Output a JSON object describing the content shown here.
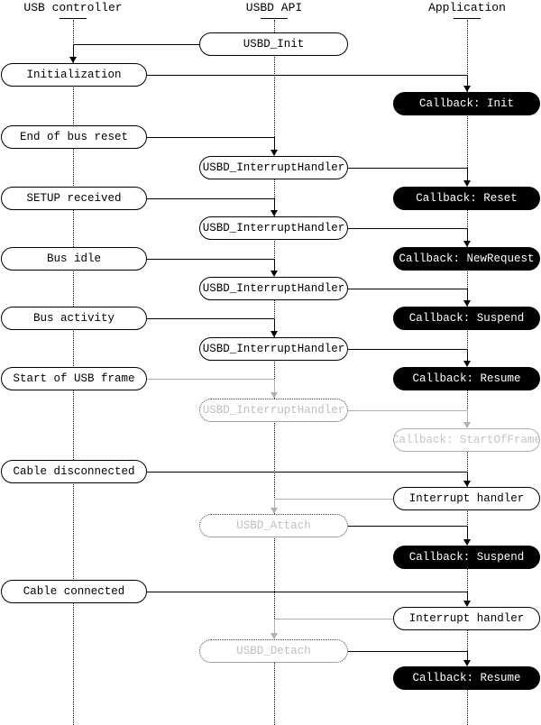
{
  "diagram": {
    "type": "sequence-diagram",
    "actors": [
      {
        "label": "USB controller"
      },
      {
        "label": "USBD API"
      },
      {
        "label": "Application"
      }
    ],
    "nodes": [
      {
        "label": "USBD_Init",
        "lane": "USBD API",
        "style": "outlined"
      },
      {
        "label": "Initialization",
        "lane": "USB controller",
        "style": "outlined"
      },
      {
        "label": "Callback: Init",
        "lane": "Application",
        "style": "filled"
      },
      {
        "label": "End of bus reset",
        "lane": "USB controller",
        "style": "outlined"
      },
      {
        "label": "USBD_InterruptHandler",
        "lane": "USBD API",
        "style": "outlined"
      },
      {
        "label": "SETUP received",
        "lane": "USB controller",
        "style": "outlined"
      },
      {
        "label": "Callback: Reset",
        "lane": "Application",
        "style": "filled"
      },
      {
        "label": "USBD_InterruptHandler",
        "lane": "USBD API",
        "style": "outlined"
      },
      {
        "label": "Bus idle",
        "lane": "USB controller",
        "style": "outlined"
      },
      {
        "label": "Callback: NewRequest",
        "lane": "Application",
        "style": "filled"
      },
      {
        "label": "USBD_InterruptHandler",
        "lane": "USBD API",
        "style": "outlined"
      },
      {
        "label": "Bus activity",
        "lane": "USB controller",
        "style": "outlined"
      },
      {
        "label": "Callback: Suspend",
        "lane": "Application",
        "style": "filled"
      },
      {
        "label": "USBD_InterruptHandler",
        "lane": "USBD API",
        "style": "outlined"
      },
      {
        "label": "Start of USB frame",
        "lane": "USB controller",
        "style": "outlined"
      },
      {
        "label": "Callback: Resume",
        "lane": "Application",
        "style": "filled"
      },
      {
        "label": "USBD_InterruptHandler",
        "lane": "USBD API",
        "style": "ghost-dotted"
      },
      {
        "label": "Callback: StartOfFrame",
        "lane": "Application",
        "style": "ghost-outlined"
      },
      {
        "label": "Cable disconnected",
        "lane": "USB controller",
        "style": "outlined"
      },
      {
        "label": "Interrupt handler",
        "lane": "Application",
        "style": "outlined"
      },
      {
        "label": "USBD_Attach",
        "lane": "USBD API",
        "style": "ghost-dotted"
      },
      {
        "label": "Callback: Suspend",
        "lane": "Application",
        "style": "filled"
      },
      {
        "label": "Cable connected",
        "lane": "USB controller",
        "style": "outlined"
      },
      {
        "label": "Interrupt handler",
        "lane": "Application",
        "style": "outlined"
      },
      {
        "label": "USBD_Detach",
        "lane": "USBD API",
        "style": "ghost-dotted"
      },
      {
        "label": "Callback: Resume",
        "lane": "Application",
        "style": "filled"
      }
    ],
    "colors": {
      "line": "#000000",
      "gray_line": "#b0b0b0",
      "ghost_text": "#bebebe",
      "filled_bg": "#000000",
      "filled_text": "#ffffff"
    }
  }
}
